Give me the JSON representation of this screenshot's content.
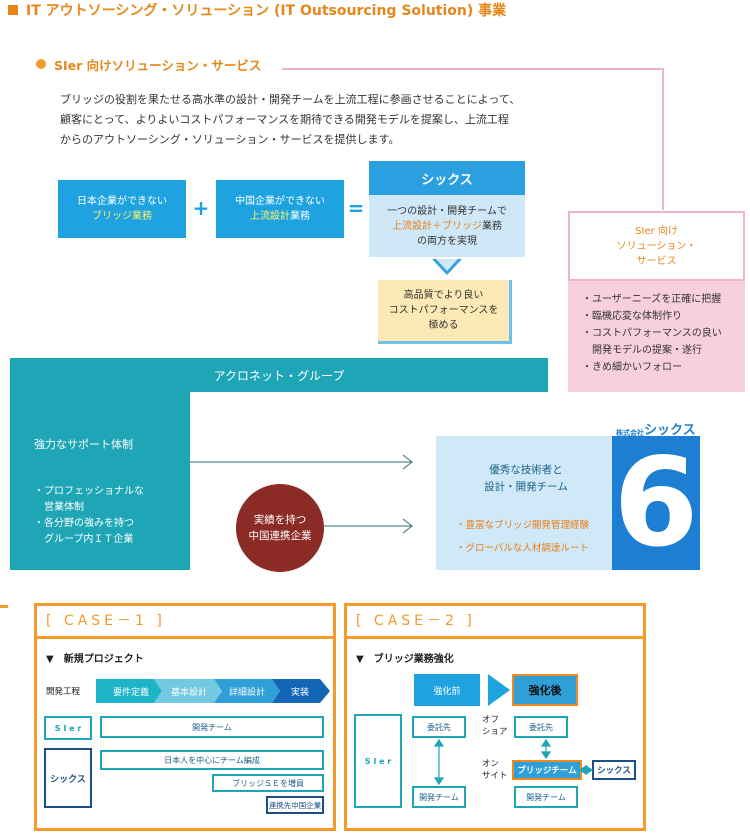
{
  "header": {
    "title": "IT アウトソーシング・ソリューション (IT Outsourcing Solution) 事業",
    "subtitle": "SIer 向けソリューション・サービス",
    "intro": [
      "ブリッジの役割を果たせる高水準の設計・開発チームを上流工程に参画させることによって、",
      "顧客にとって、よりよいコストパフォーマンスを期待できる開発モデルを提案し、上流工程",
      "からのアウトソーシング・ソリューション・サービスを提供します。"
    ]
  },
  "equation": {
    "box1": {
      "line1": "日本企業ができない",
      "line2": "ブリッジ業務"
    },
    "plus": "+",
    "box2": {
      "line1": "中国企業ができない",
      "line2_hl": "上流設計",
      "line2_rest": "業務"
    },
    "equals": "=",
    "sixus": {
      "title": "シックス",
      "line1": "一つの設計・開発チームで",
      "line2": "上流設計＋ブリッジ",
      "line2_rest": "業務",
      "line3": "の両方を実現"
    },
    "result": {
      "line1": "高品質でより良い",
      "line2": "コストパフォーマンスを",
      "line3": "極める"
    }
  },
  "sier_box": {
    "head": [
      "SIer 向け",
      "ソリューション・",
      "サービス"
    ],
    "items": [
      "・ユーザーニーズを正確に把握",
      "・臨機応変な体制作り",
      "・コストパフォーマンスの良い",
      "　開発モデルの提案・遂行",
      "・きめ細かいフォロー"
    ]
  },
  "group": {
    "bar": "アクロネット・グループ",
    "left_head": "強力なサポート体制",
    "left_items": [
      "・プロフェッショナルな",
      "　営業体制",
      "・各分野の強みを持つ",
      "　グループ内ＩＴ企業"
    ],
    "circle": [
      "実績を持つ",
      "中国連携企業"
    ],
    "company_small": "株式会社",
    "company_name": "シックス",
    "six": "6",
    "right_head": [
      "優秀な技術者と",
      "設計・開発チーム"
    ],
    "right_items": [
      "・豊富なブリッジ開発管理経験",
      "・グローバルな人材調達ルート"
    ]
  },
  "case1": {
    "title": "[ CASE－1 ]",
    "section": "▼　新規プロジェクト",
    "process_label": "開発工程",
    "steps": [
      "要件定義",
      "基本設計",
      "詳細設計",
      "実装"
    ],
    "row1_label": "S I e r",
    "row1_box": "開発チーム",
    "row2_label": "シックス",
    "row2_box1": "日本人を中心にチーム編成",
    "row2_box2": "ブリッジＳＥを増員",
    "row2_box3": "連携先中国企業"
  },
  "case2": {
    "title": "[ CASE－2 ]",
    "section": "▼　ブリッジ業務強化",
    "before": "強化前",
    "after": "強化後",
    "sier": "S I e r",
    "left_top": "委託先",
    "left_bottom": "開発チーム",
    "offshore": [
      "オフ",
      "ショア"
    ],
    "onsite": [
      "オン",
      "サイト"
    ],
    "right_top": "委託先",
    "right_mid": "ブリッジチーム",
    "right_bottom": "開発チーム",
    "sixus": "シックス"
  },
  "colors": {
    "orange": "#e8861a",
    "blue": "#1fa3e0",
    "teal": "#1fa6b6",
    "pink": "#f2b5c8",
    "darkred": "#8c2b25",
    "navy": "#1d7fd3"
  }
}
